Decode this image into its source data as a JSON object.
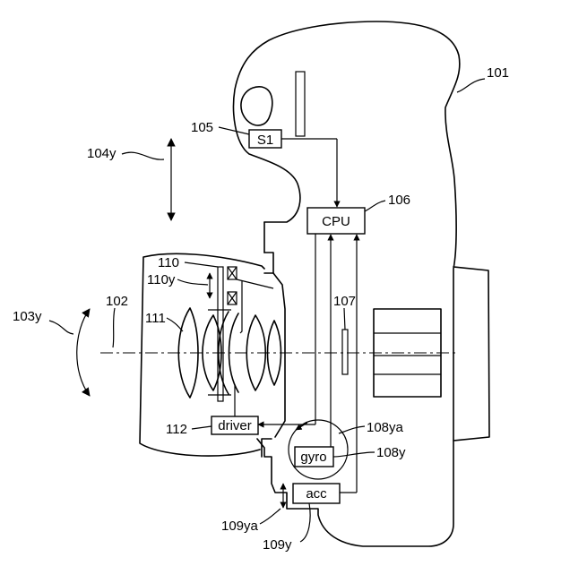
{
  "blocks": {
    "s1": "S1",
    "cpu": "CPU",
    "driver": "driver",
    "gyro": "gyro",
    "acc": "acc"
  },
  "refs": {
    "camera_body": "101",
    "optical_axis": "102",
    "rotation_direction": "103y",
    "vertical_direction": "104y",
    "switch": "105",
    "cpu": "106",
    "image_sensor": "107",
    "gyro_unit": "108y",
    "gyro_axis": "108ya",
    "acc_unit": "109y",
    "acc_axis": "109ya",
    "correction_lens": "110",
    "correction_direction": "110y",
    "lens_group": "111",
    "driver": "112"
  }
}
